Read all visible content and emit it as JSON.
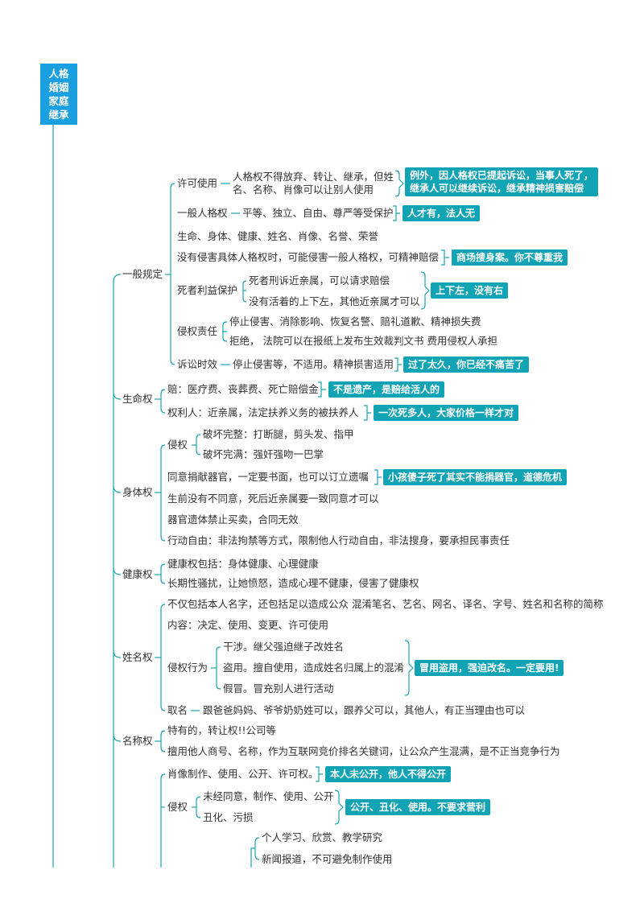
{
  "root": "人格\n婚姻\n家庭\n继承",
  "b_general": "一般规定",
  "g_permit": "许可使用",
  "g_permit_text": "人格权不得放弃、转让、继承，但姓名、名称、肖像可以让别人使用",
  "g_permit_tag": "例外，因人格权已提起诉讼，当事人死了，继承人可以继续诉讼，继承精神损害赔偿",
  "g_general": "一般人格权",
  "g_general_text": "平等、独立、自由、尊严等受保护",
  "g_general_tag": "人才有，法人无",
  "g_list": "生命、身体、健康、姓名、肖像、名誉、荣誉",
  "g_nospec": "没有侵害具体人格权时，可能侵害一般人格权，可精神赔偿",
  "g_nospec_tag": "商场搜身案。你不尊重我",
  "g_dead": "死者利益保护",
  "g_dead_1": "死者刑诉近亲属，可以请求赔偿",
  "g_dead_2": "没有活着的上下左，其他近亲属才可以",
  "g_dead_tag": "上下左，没有右",
  "g_liab": "侵权责任",
  "g_liab_1": "停止侵害、消除影响、恢复名警、赔礼道歉、精神损失费",
  "g_liab_2": "拒绝， 法院可以在报纸上发布生效裁判文书  费用侵权人承担",
  "g_lim": "诉讼时效",
  "g_lim_text": "停止侵害等，不适用。精神损害适用",
  "g_lim_tag": "过了太久，你已经不痛苦了",
  "b_life": "生命权",
  "l_comp": "赔：医疗费、丧葬费、死亡赔偿金",
  "l_comp_tag": "不是遗产，是赔给活人的",
  "l_right": "权利人：近亲属，法定扶养义务的被扶养人",
  "l_right_tag": "一次死多人，大家价格一样才对",
  "b_body": "身体权",
  "bd_inf": "侵权",
  "bd_inf_1": "破坏完整：打断腿，剪头发、指甲",
  "bd_inf_2": "破坏完满：强奸强吻一巴掌",
  "bd_donate": "同意捐献器官，一定要书面，也可以订立遗嘱",
  "bd_donate_tag": "小孩傻子死了其实不能捐器官，道德危机",
  "bd_family": "生前没有不同意，死后近亲属要一致同意才可以",
  "bd_sale": "器官遗体禁止买卖，合同无效",
  "bd_free": "行动自由：非法拘禁等方式，限制他人行动自由，非法搜身，要承担民事责任",
  "b_health": "健康权",
  "h_incl": "健康权包括：身体健康、心理健康",
  "h_harass": "长期性骚扰，让她愤怒，造成心理不健康，侵害了健康权",
  "b_name": "姓名权",
  "n_scope": "不仅包括本人名字，还包括足以造成公众 混淆笔名、艺名、网名、译名、字号、姓名和名称的简称",
  "n_content": "内容：决定、使用、变更、许可使用",
  "n_inf": "侵权行为",
  "n_inf_1": "干涉。继父强迫继子改姓名",
  "n_inf_2": "盗用。擅自使用，造成姓名归属上的混淆",
  "n_inf_3": "假冒。冒充别人进行活动",
  "n_inf_tag": "冒用盗用，强迫改名。一定要用!",
  "n_naming": "取名",
  "n_naming_text": "跟爸爸妈妈、爷爷奶奶姓可以，跟养父可以，其他人，有正当理由也可以",
  "b_title": "名称权",
  "t_special": "特有的，转让权!!公司等",
  "t_misuse": "擅用他人商号、名称，作为互联网竞价排名关键词，让公众产生混满，是不正当竞争行为",
  "p_make": "肖像制作、使用、公开、许可权。",
  "p_make_tag": "本人未公开，他人不得公开",
  "p_inf": "侵权",
  "p_inf_1": "未经同意，制作、使用、公开",
  "p_inf_2": "丑化、污损",
  "p_inf_tag": "公开、丑化、使用。不要求营利",
  "p_ex_1": "个人学习、欣赏、教学研究",
  "p_ex_2": "新闻报道，不可避免制作使用"
}
